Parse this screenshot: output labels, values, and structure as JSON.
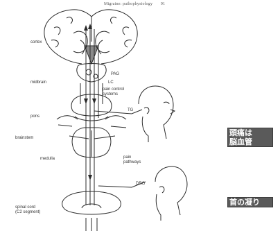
{
  "header": {
    "running_title": "Migraine: pathophysiology",
    "page_number": "91"
  },
  "labels": {
    "cortex": "cortex",
    "midbrain": "midbrain",
    "pag": "PAG",
    "lc": "LC",
    "pain_control": "pain control\nsystems",
    "pons": "pons",
    "tg": "TG",
    "brainstem": "brainstem",
    "medulla": "medulla",
    "pain_pathways": "pain\npathways",
    "drg": "DRG",
    "spinal_cord": "spinal cord\n(C2 segment)"
  },
  "side_captions": {
    "first": "頭痛は\n脳血管",
    "second": "首の凝り"
  },
  "colors": {
    "line": "#2a2a2a",
    "caption_bg": "#5a5a5a"
  }
}
